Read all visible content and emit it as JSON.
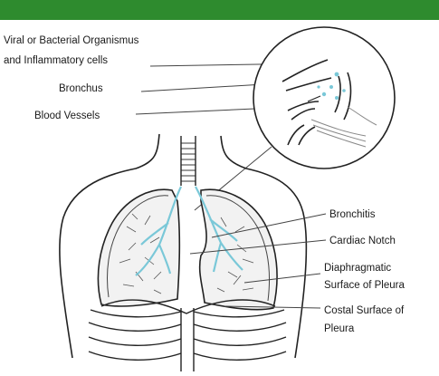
{
  "colors": {
    "header_bar": "#2e8b2e",
    "ink": "#1a1a1a",
    "bronchi": "#7ac8d8"
  },
  "labels": {
    "organisms_line1": "Viral or Bacterial Organismus",
    "organisms_line2": "and Inflammatory cells",
    "bronchus": "Bronchus",
    "blood_vessels": "Blood Vessels",
    "bronchitis": "Bronchitis",
    "cardiac_notch": "Cardiac Notch",
    "diaphragmatic_line1": "Diaphragmatic",
    "diaphragmatic_line2": "Surface of Pleura",
    "costal_line1": "Costal Surface of",
    "costal_line2": "Pleura"
  }
}
